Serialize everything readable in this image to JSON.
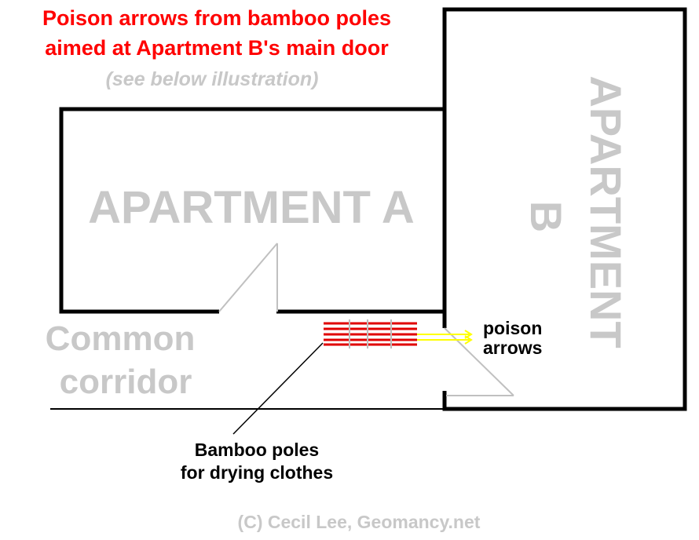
{
  "title": {
    "line1": "Poison arrows from bamboo poles",
    "line2": "aimed at Apartment B's main door",
    "subtitle": "(see below illustration)"
  },
  "labels": {
    "apartment_a": "APARTMENT A",
    "apartment_b_word": "APARTMENT",
    "apartment_b_letter": "B",
    "corridor_line1": "Common",
    "corridor_line2": "corridor",
    "poison_line1": "poison",
    "poison_line2": "arrows",
    "bamboo_line1": "Bamboo poles",
    "bamboo_line2": "for drying clothes"
  },
  "credit": "(C) Cecil Lee, Geomancy.net",
  "colors": {
    "title": "#ff0000",
    "gray_text": "#c8c8c8",
    "walls": "#000000",
    "bamboo": "#e00000",
    "arrows": "#ffff00",
    "door": "#c0c0c0"
  }
}
